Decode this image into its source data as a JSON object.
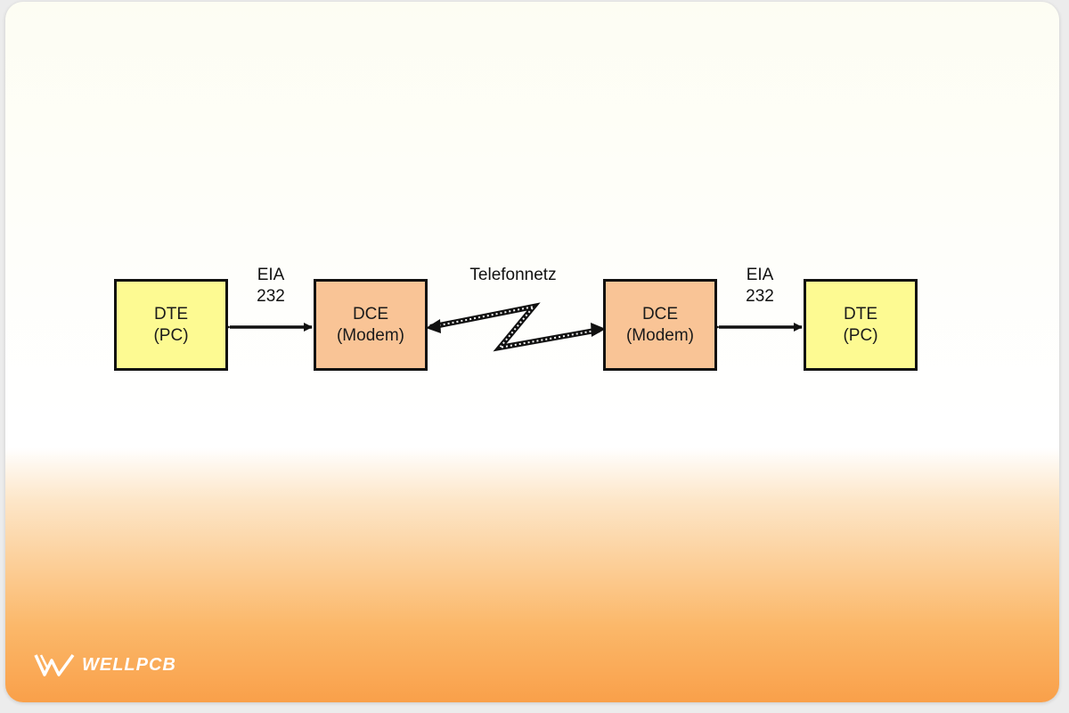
{
  "diagram": {
    "nodes": {
      "dte_left": {
        "line1": "DTE",
        "line2": "(PC)"
      },
      "dce_left": {
        "line1": "DCE",
        "line2": "(Modem)"
      },
      "dce_right": {
        "line1": "DCE",
        "line2": "(Modem)"
      },
      "dte_right": {
        "line1": "DTE",
        "line2": "(PC)"
      }
    },
    "edges": {
      "eia_left": {
        "line1": "EIA",
        "line2": "232"
      },
      "telefonnetz": "Telefonnetz",
      "eia_right": {
        "line1": "EIA",
        "line2": "232"
      }
    }
  },
  "watermark": {
    "text": "WELLPCB",
    "icon": "wellpcb-logo-icon"
  },
  "colors": {
    "dte_fill": "#fdfa92",
    "dce_fill": "#f9c496",
    "stroke": "#111111"
  }
}
